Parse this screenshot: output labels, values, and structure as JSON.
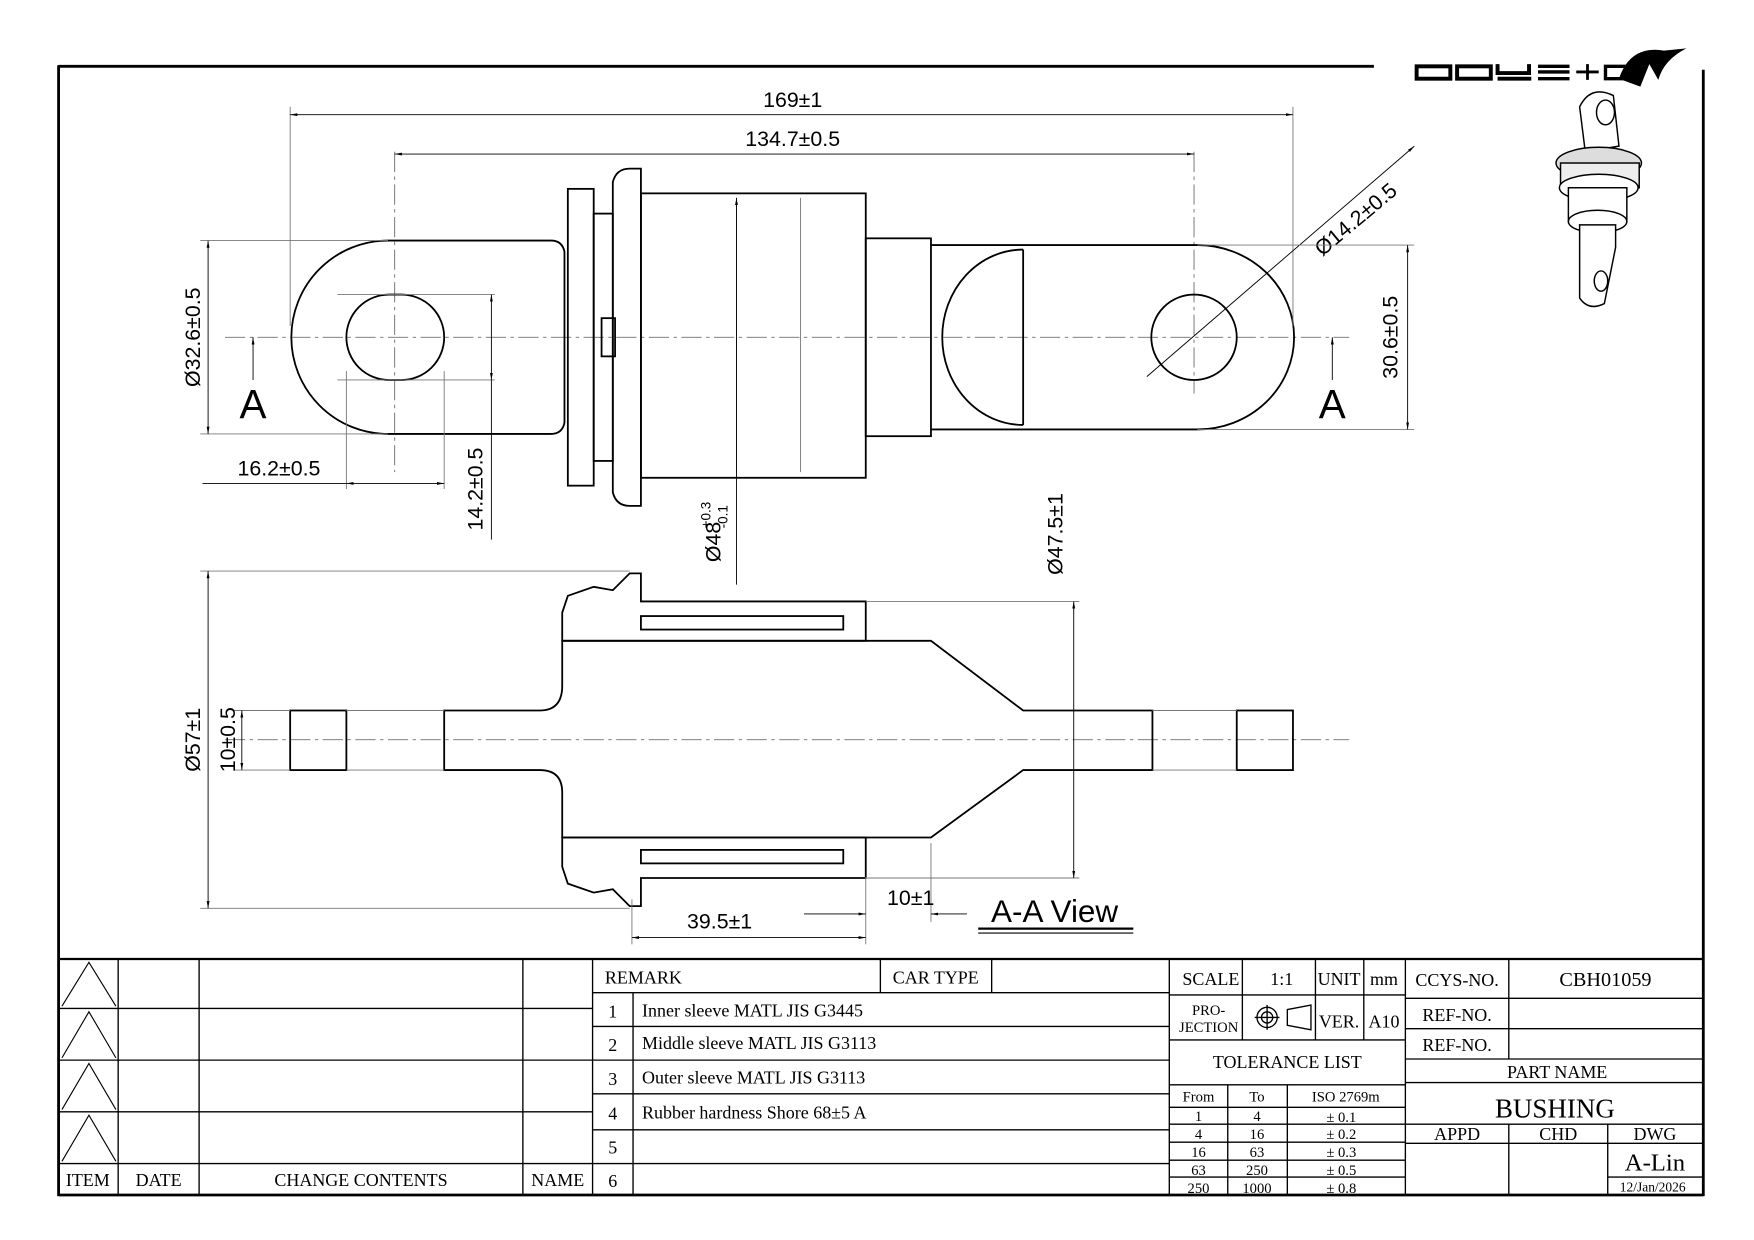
{
  "logo": {
    "text": "CCYS+CTC"
  },
  "drawing": {
    "dimensions": {
      "overall_length": "169±1",
      "hole_spacing": "134.7±0.5",
      "right_hole_dia": "Ø14.2±0.5",
      "left_eye_dia": "Ø32.6±0.5",
      "right_eye_width": "30.6±0.5",
      "left_hole_offset": "16.2±0.5",
      "left_hole_slot": "14.2±0.5",
      "outer_sleeve_dia": "Ø48",
      "outer_sleeve_tol_upper": "+0.3",
      "outer_sleeve_tol_lower": "-0.1",
      "inner_dia": "Ø47.5±1",
      "flange_dia": "Ø57±1",
      "plate_thickness": "10±0.5",
      "sleeve_length": "39.5±1",
      "hub_length": "10±1"
    },
    "section_marker": "A",
    "section_view_title": "A-A View"
  },
  "revision_block": {
    "headers": [
      "ITEM",
      "DATE",
      "CHANGE CONTENTS",
      "NAME"
    ]
  },
  "remarks": {
    "header": "REMARK",
    "car_type_label": "CAR TYPE",
    "car_type_value": "",
    "rows": [
      {
        "no": "1",
        "text": "Inner sleeve MATL JIS G3445"
      },
      {
        "no": "2",
        "text": "Middle sleeve MATL JIS G3113"
      },
      {
        "no": "3",
        "text": "Outer sleeve MATL JIS G3113"
      },
      {
        "no": "4",
        "text": "Rubber hardness Shore 68±5 A"
      },
      {
        "no": "5",
        "text": ""
      },
      {
        "no": "6",
        "text": ""
      }
    ]
  },
  "spec": {
    "scale_label": "SCALE",
    "scale": "1:1",
    "unit_label": "UNIT",
    "unit": "mm",
    "projection_label_1": "PRO-",
    "projection_label_2": "JECTION",
    "ver_label": "VER.",
    "ver": "A10"
  },
  "tolerance": {
    "title": "TOLERANCE LIST",
    "headers": [
      "From",
      "To",
      "ISO 2769m"
    ],
    "rows": [
      [
        "1",
        "4",
        "± 0.1"
      ],
      [
        "4",
        "16",
        "± 0.2"
      ],
      [
        "16",
        "63",
        "± 0.3"
      ],
      [
        "63",
        "250",
        "± 0.5"
      ],
      [
        "250",
        "1000",
        "± 0.8"
      ]
    ]
  },
  "title_block": {
    "ccys_no_label": "CCYS-NO.",
    "ccys_no": "CBH01059",
    "ref_no_label": "REF-NO.",
    "part_name_label": "PART NAME",
    "part_name": "BUSHING",
    "appd_label": "APPD",
    "chd_label": "CHD",
    "dwg_label": "DWG",
    "drawn_by": "A-Lin",
    "date": "12/Jan/2026"
  }
}
